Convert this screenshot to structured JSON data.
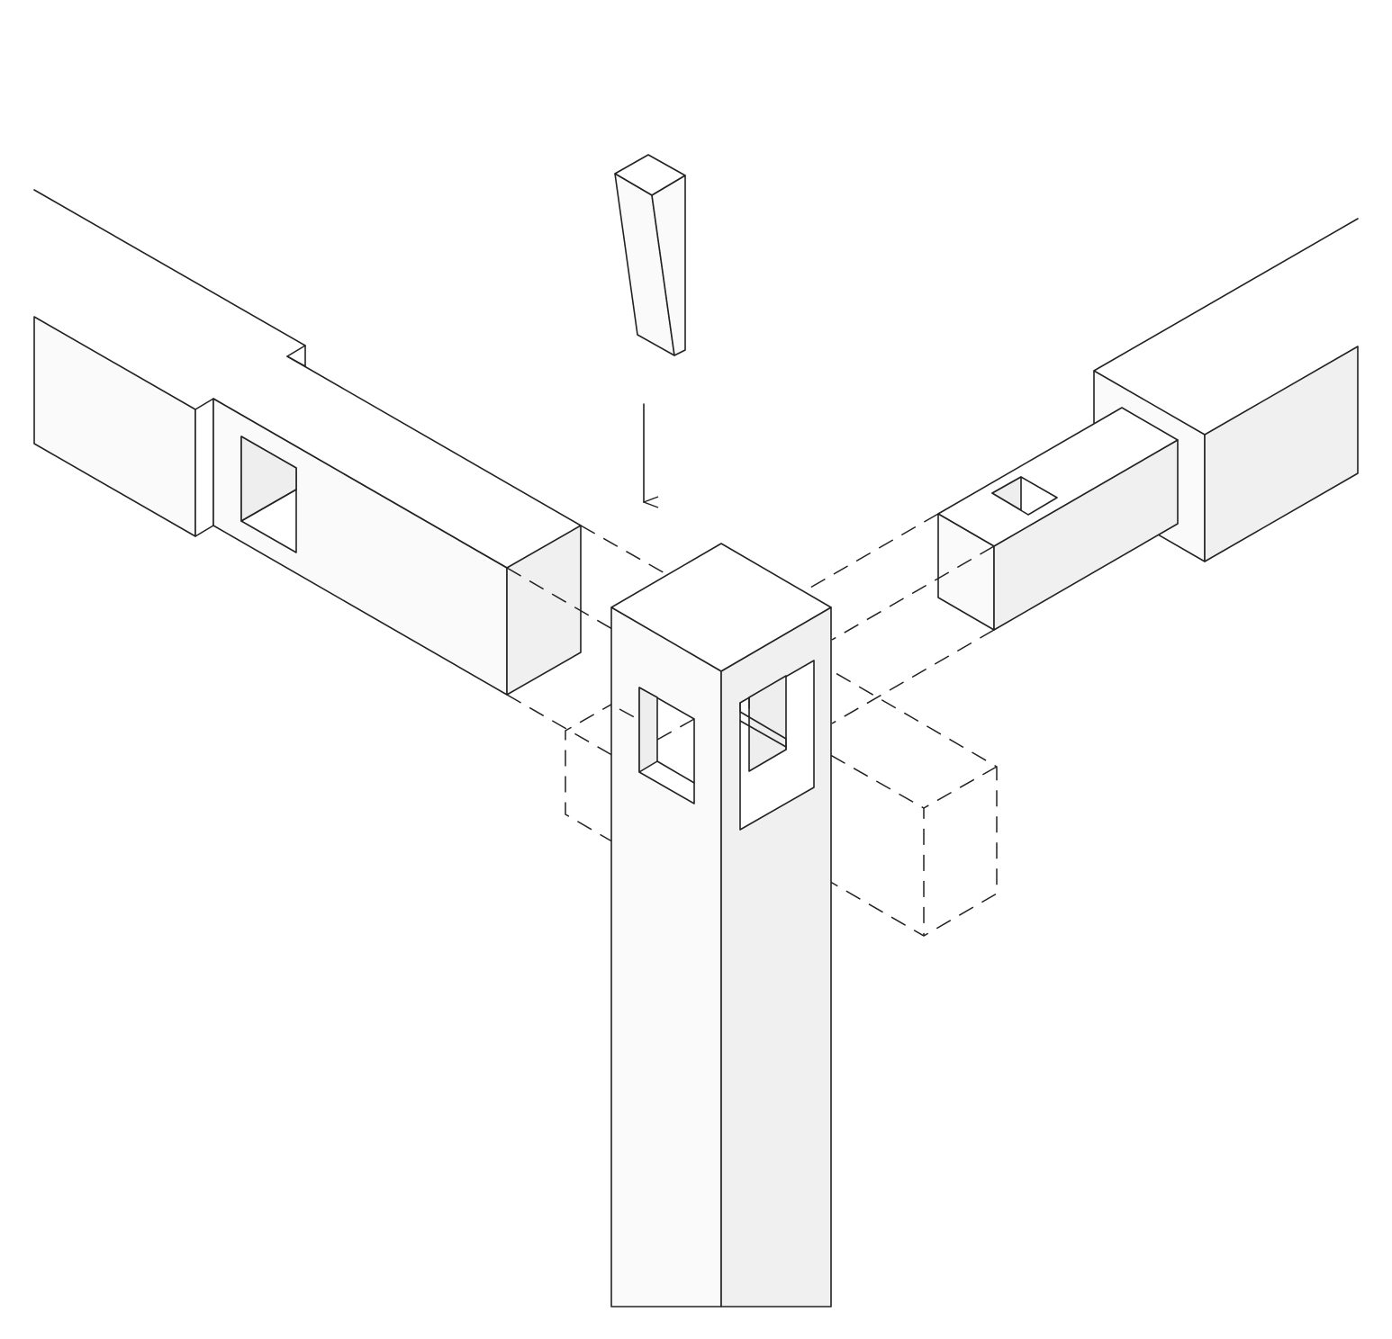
{
  "diagram": {
    "kind": "exploded-isometric-joinery",
    "parts": [
      {
        "id": "wedge-peg",
        "shape": "tapered-peg"
      },
      {
        "id": "post",
        "shape": "square-post"
      },
      {
        "id": "left-beam",
        "shape": "rectangular-beam-with-through-mortise"
      },
      {
        "id": "right-beam",
        "shape": "rectangular-beam-with-tenon"
      },
      {
        "id": "tenon",
        "shape": "tenon-with-peg-hole"
      }
    ],
    "assembly_arrow": {
      "direction": "down"
    },
    "line_styles": {
      "visible_edge": "#222222",
      "hidden_edge": "#222222",
      "face_light": "#fafafa",
      "face_mid": "#f0f0f0",
      "hole_fill": "#eeeeee"
    }
  }
}
